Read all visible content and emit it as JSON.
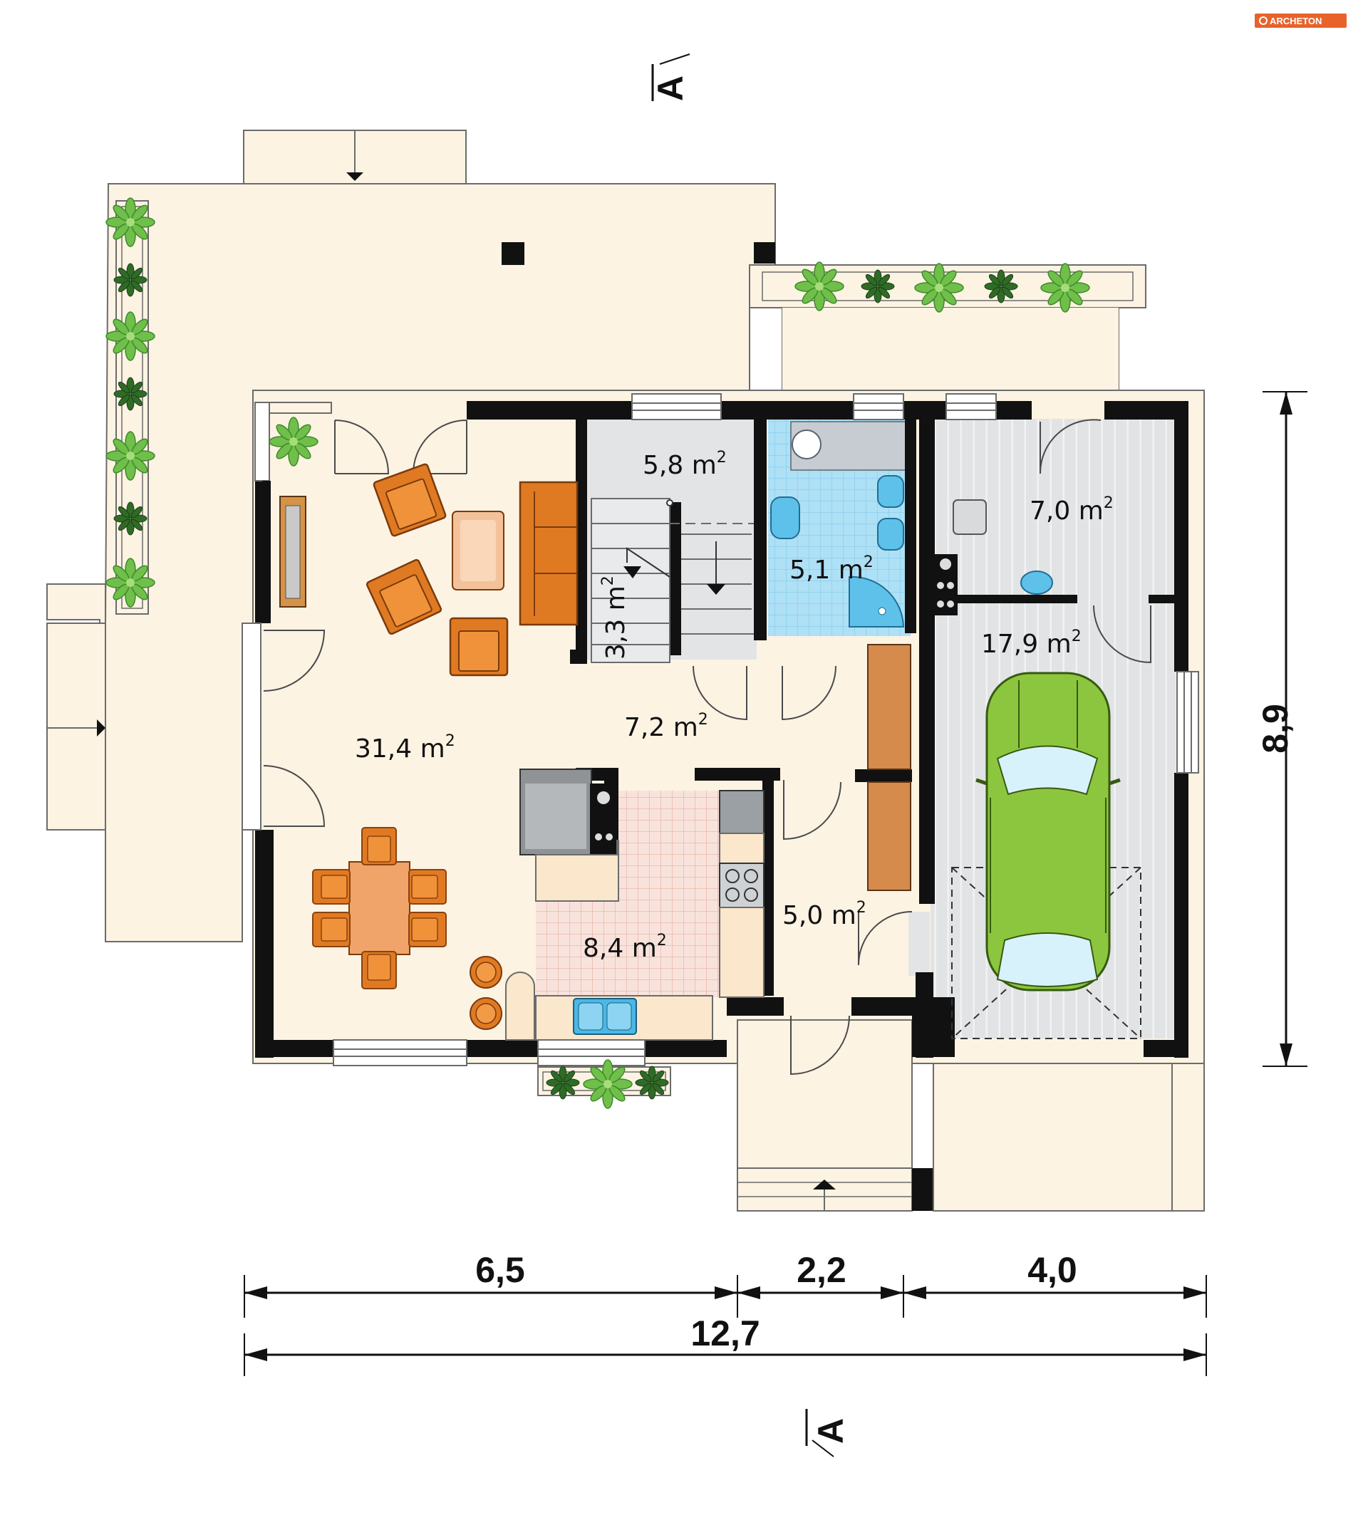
{
  "brand": {
    "logo_text": "ARCHETON",
    "logo_color": "#e8632b"
  },
  "colors": {
    "floor": "#fdf3e3",
    "wall": "#111111",
    "tile_gray": "#dfe1e3",
    "bath_blue": "#a9ddf5",
    "kitchen_tile": "#f7e0da",
    "furniture_orange": "#e07a22",
    "car_green": "#8cc63f",
    "plant_green": "#6fbf4a"
  },
  "rooms": [
    {
      "id": "living",
      "area": "31,4",
      "unit": "m"
    },
    {
      "id": "hall",
      "area": "7,2",
      "unit": "m"
    },
    {
      "id": "kitchen",
      "area": "8,4",
      "unit": "m"
    },
    {
      "id": "stair-room",
      "area": "5,8",
      "unit": "m"
    },
    {
      "id": "stairs",
      "area": "3,3",
      "unit": "m"
    },
    {
      "id": "bathroom",
      "area": "5,1",
      "unit": "m"
    },
    {
      "id": "boiler",
      "area": "7,0",
      "unit": "m"
    },
    {
      "id": "garage",
      "area": "17,9",
      "unit": "m"
    },
    {
      "id": "vestibule",
      "area": "5,0",
      "unit": "m"
    }
  ],
  "superscript": "2",
  "dimensions": {
    "segment_1": "6,5",
    "segment_2": "2,2",
    "segment_3": "4,0",
    "total_width": "12,7",
    "depth": "8,9"
  },
  "section_marker": "A"
}
